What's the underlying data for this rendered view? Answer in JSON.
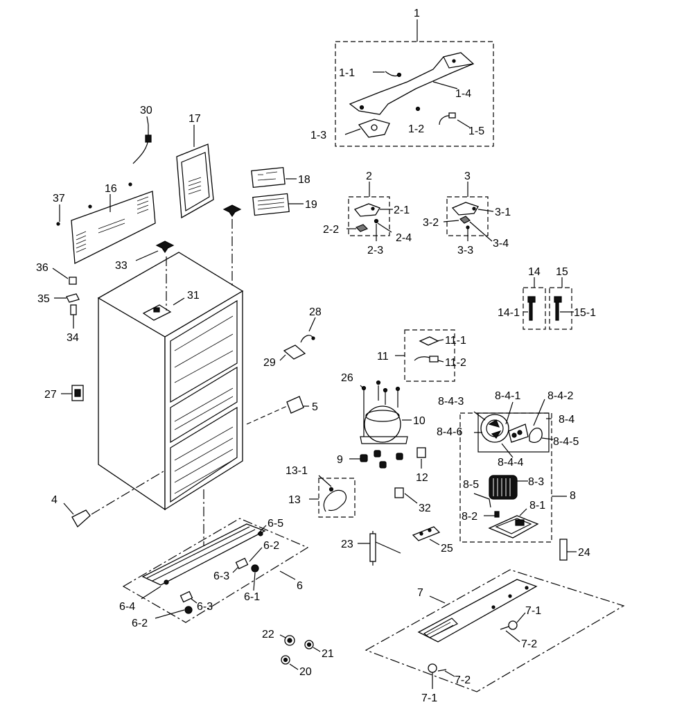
{
  "labels": {
    "l1": "1",
    "l1_1": "1-1",
    "l1_2": "1-2",
    "l1_3": "1-3",
    "l1_4": "1-4",
    "l1_5": "1-5",
    "l2": "2",
    "l2_1": "2-1",
    "l2_2": "2-2",
    "l2_3": "2-3",
    "l2_4": "2-4",
    "l3": "3",
    "l3_1": "3-1",
    "l3_2": "3-2",
    "l3_3": "3-3",
    "l3_4": "3-4",
    "l4": "4",
    "l5": "5",
    "l6": "6",
    "l6_1": "6-1",
    "l6_2a": "6-2",
    "l6_2b": "6-2",
    "l6_3a": "6-3",
    "l6_3b": "6-3",
    "l6_4": "6-4",
    "l6_5": "6-5",
    "l7": "7",
    "l7_1a": "7-1",
    "l7_1b": "7-1",
    "l7_2a": "7-2",
    "l7_2b": "7-2",
    "l8": "8",
    "l8_1": "8-1",
    "l8_2": "8-2",
    "l8_3": "8-3",
    "l8_4": "8-4",
    "l8_5": "8-5",
    "l8_4_1": "8-4-1",
    "l8_4_2": "8-4-2",
    "l8_4_3": "8-4-3",
    "l8_4_4": "8-4-4",
    "l8_4_5": "8-4-5",
    "l8_4_6": "8-4-6",
    "l9": "9",
    "l10": "10",
    "l11": "11",
    "l11_1": "11-1",
    "l11_2": "11-2",
    "l12": "12",
    "l13": "13",
    "l13_1": "13-1",
    "l14": "14",
    "l14_1": "14-1",
    "l15": "15",
    "l15_1": "15-1",
    "l16": "16",
    "l17": "17",
    "l18": "18",
    "l19": "19",
    "l20": "20",
    "l21": "21",
    "l22": "22",
    "l23": "23",
    "l24": "24",
    "l25": "25",
    "l26": "26",
    "l27": "27",
    "l28": "28",
    "l29": "29",
    "l30": "30",
    "l31": "31",
    "l32": "32",
    "l33": "33",
    "l34": "34",
    "l35": "35",
    "l36": "36",
    "l37": "37"
  }
}
